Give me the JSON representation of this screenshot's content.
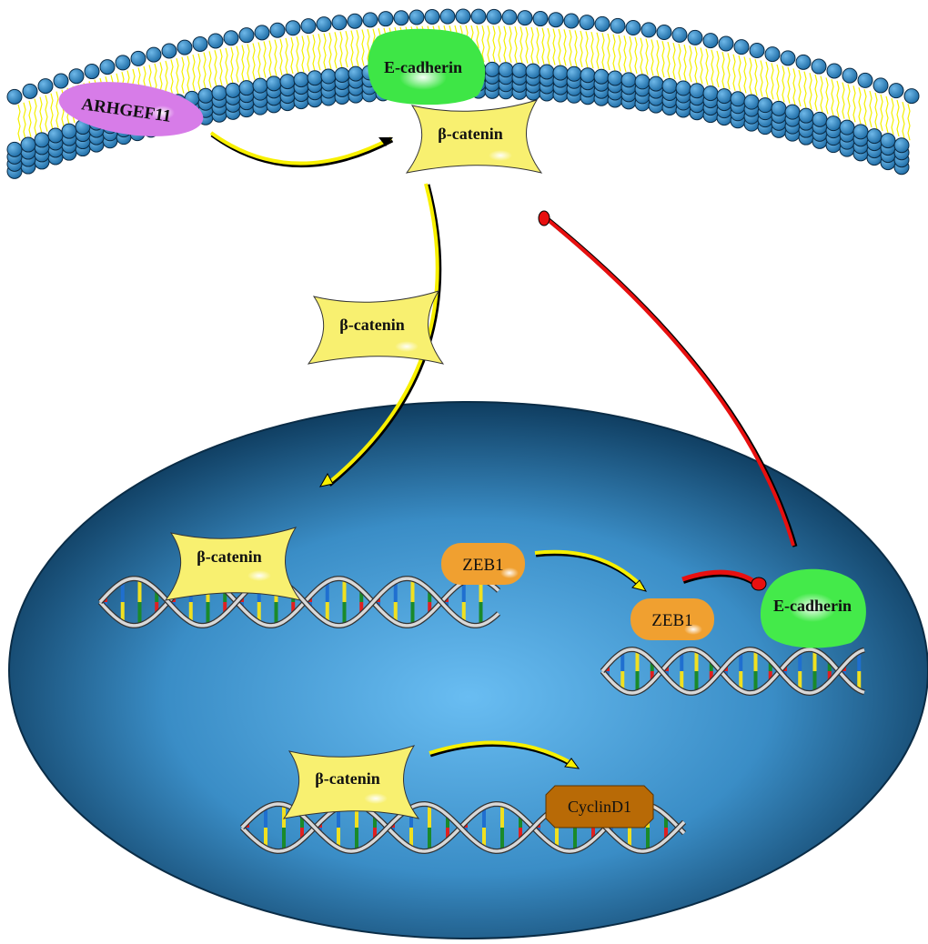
{
  "membrane": {
    "arhgef11": "ARHGEF11",
    "ecadherin": "E-cadherin",
    "bcatenin": "β-catenin"
  },
  "cytoplasm": {
    "bcatenin": "β-catenin"
  },
  "nucleus": {
    "bcatenin_top": "β-catenin",
    "zeb1_left": "ZEB1",
    "zeb1_right": "ZEB1",
    "ecadherin": "E-cadherin",
    "bcatenin_bottom": "β-catenin",
    "cyclind1": "CyclinD1"
  },
  "colors": {
    "lipid_head": "#2f86c4",
    "lipid_tail": "#f4f000",
    "bcatenin": "#f8f070",
    "ecadherin": "#44e84a",
    "arhgef11": "#d77ce8",
    "zeb1": "#f0a030",
    "cyclind1": "#b86a06",
    "activation": "#f8f000",
    "inhibition": "#e81010"
  }
}
